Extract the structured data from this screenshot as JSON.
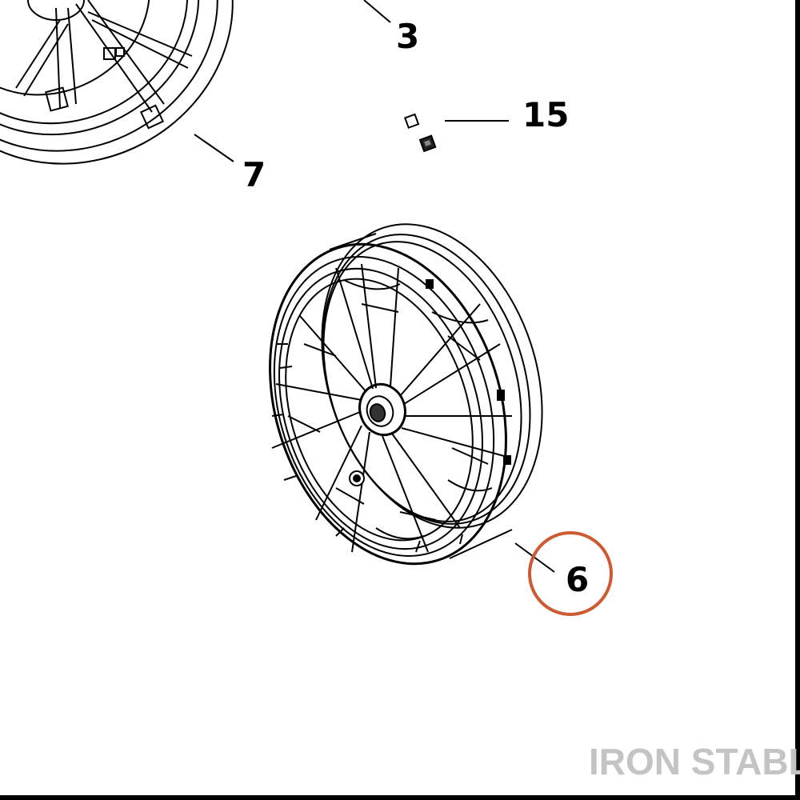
{
  "callouts": {
    "part_3": "3",
    "part_7": "7",
    "part_15": "15",
    "part_6": "6"
  },
  "highlight": {
    "target": "6",
    "color": "#cc5a33"
  },
  "watermark": "IRON STABLE",
  "icons": [
    "rear-wheel-icon",
    "front-wheel-icon",
    "valve-cap-icon",
    "wheel-weight-icon"
  ],
  "colors": {
    "line": "#000000",
    "background": "#ffffff",
    "watermark": "#c4c4c4"
  }
}
